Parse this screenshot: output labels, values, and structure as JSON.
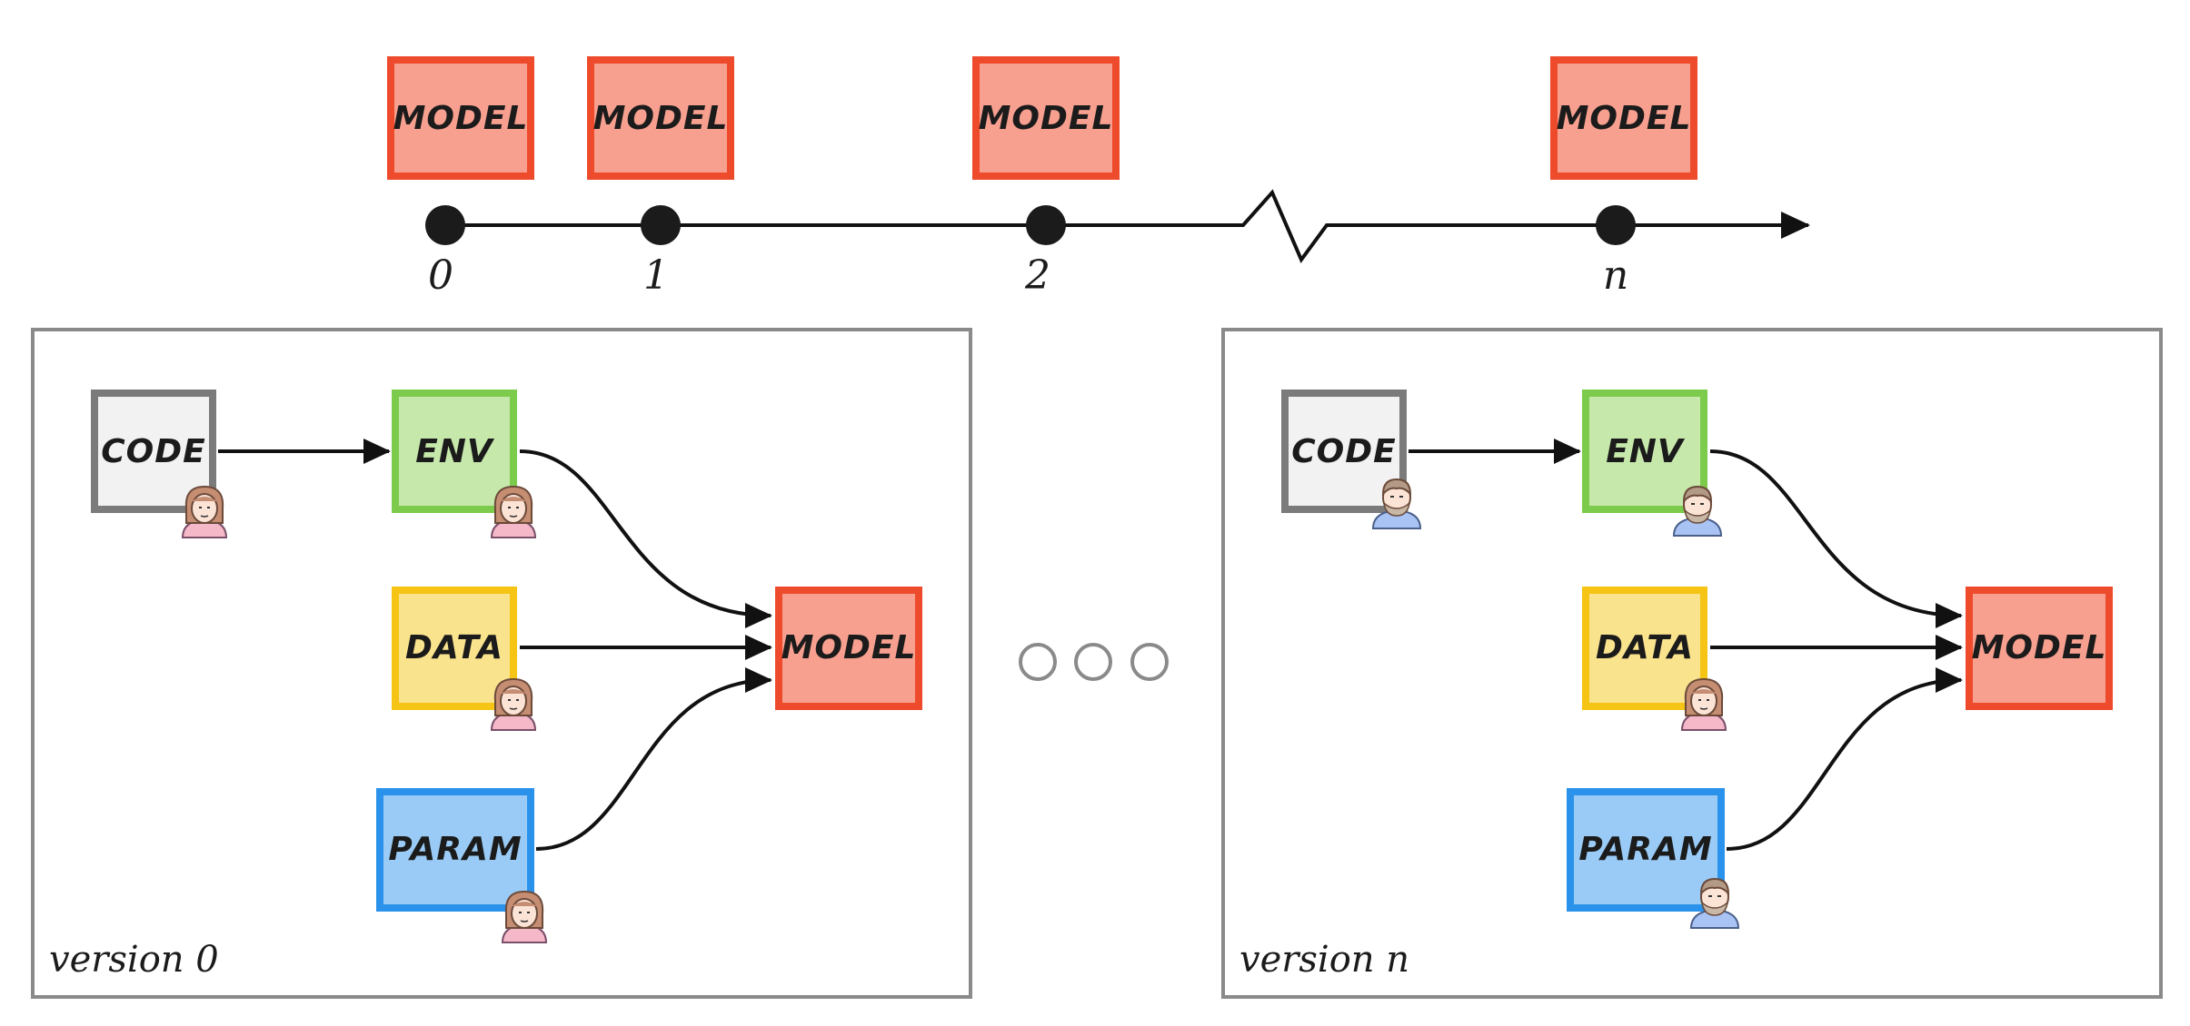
{
  "timeline": {
    "models": [
      "MODEL",
      "MODEL",
      "MODEL",
      "MODEL"
    ],
    "ticks": [
      "0",
      "1",
      "2",
      "n"
    ]
  },
  "panels": [
    {
      "label": "version 0",
      "avatar": "female-user-icon",
      "nodes": {
        "code": "CODE",
        "env": "ENV",
        "data": "DATA",
        "param": "PARAM",
        "model": "MODEL"
      }
    },
    {
      "label": "version n",
      "avatar": "male-user-icon",
      "nodes": {
        "code": "CODE",
        "env": "ENV",
        "data": "DATA",
        "param": "PARAM",
        "model": "MODEL"
      }
    }
  ],
  "colors": {
    "model_fill": "#f8a08f",
    "model_stroke": "#ee4a2c",
    "code_fill": "#f2f2f2",
    "code_stroke": "#7b7b7b",
    "env_fill": "#c7e8ab",
    "env_stroke": "#7dcb4c",
    "data_fill": "#fae38d",
    "data_stroke": "#f5c414",
    "param_fill": "#9acbf6",
    "param_stroke": "#2a92ea",
    "panel_stroke": "#8a8a8a",
    "female_avatar": "#e9a3b8",
    "male_avatar": "#8fb3f0"
  }
}
